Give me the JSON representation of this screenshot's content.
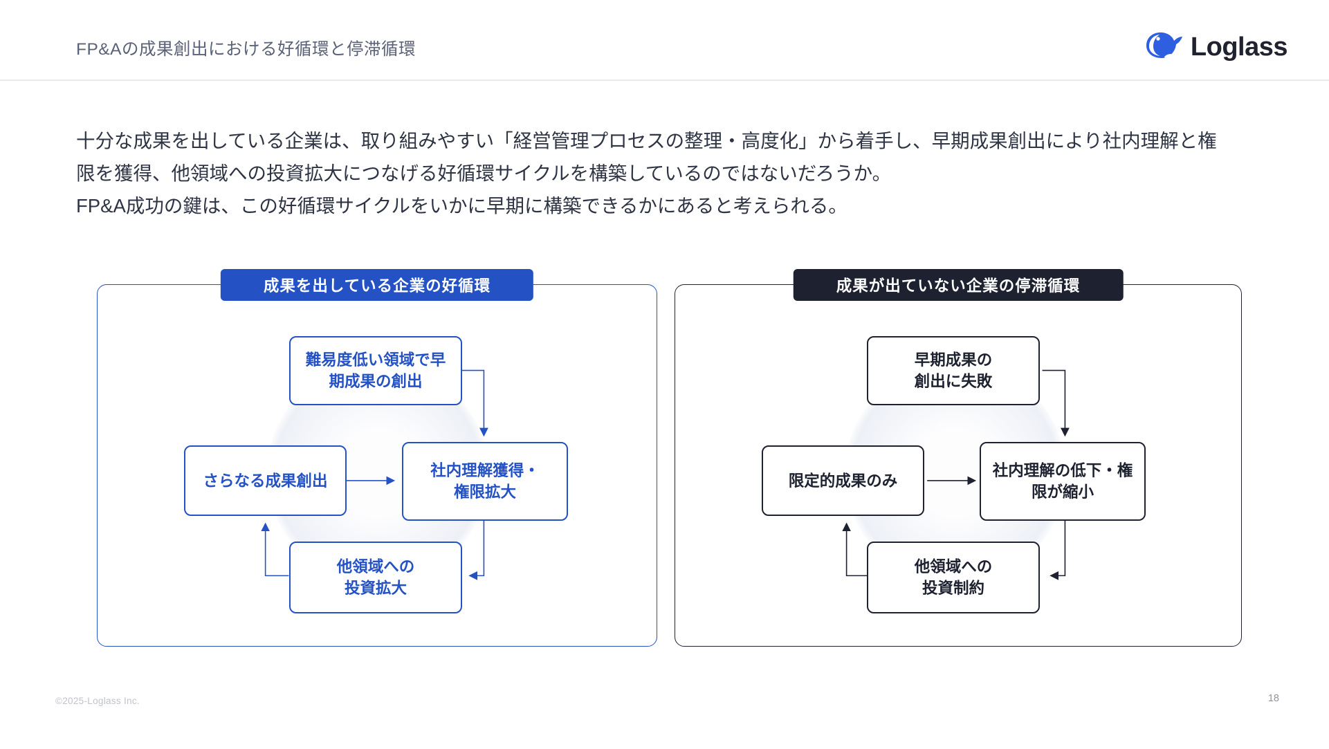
{
  "header": {
    "title": "FP&Aの成果創出における好循環と停滞循環",
    "logo_text": "Loglass"
  },
  "intro": {
    "line1": "十分な成果を出している企業は、取り組みやすい「経営管理プロセスの整理・高度化」から着手し、早期成果創出により社内理解と権",
    "line2": "限を獲得、他領域への投資拡大につなげる好循環サイクルを構築しているのではないだろうか。",
    "line3": "FP&A成功の鍵は、この好循環サイクルをいかに早期に構築できるかにあると考えられる。"
  },
  "diagram_good": {
    "title": "成果を出している企業の好循環",
    "accent_color": "#2452c5",
    "boxes": {
      "top": {
        "line1": "難易度低い領域で早",
        "line2": "期成果の創出"
      },
      "left": {
        "line1": "さらなる成果創出",
        "line2": ""
      },
      "right": {
        "line1": "社内理解獲得・",
        "line2": "権限拡大"
      },
      "bottom": {
        "line1": "他領域への",
        "line2": "投資拡大"
      }
    },
    "flow": "top→right→bottom→left→right (cycle)"
  },
  "diagram_stagnant": {
    "title": "成果が出ていない企業の停滞循環",
    "accent_color": "#1d2130",
    "boxes": {
      "top": {
        "line1": "早期成果の",
        "line2": "創出に失敗"
      },
      "left": {
        "line1": "限定的成果のみ",
        "line2": ""
      },
      "right": {
        "line1": "社内理解の低下・権",
        "line2": "限が縮小"
      },
      "bottom": {
        "line1": "他領域への",
        "line2": "投資制約"
      }
    },
    "flow": "top→right→bottom→left→right (cycle)"
  },
  "footer": {
    "copyright": "©2025-Loglass Inc.",
    "page_number": "18"
  },
  "colors": {
    "accent_blue": "#2452c5",
    "accent_dark": "#1d2130",
    "logo_blue": "#2e5fe0",
    "title_gray": "#5b6278",
    "body_text": "#2e3444"
  }
}
